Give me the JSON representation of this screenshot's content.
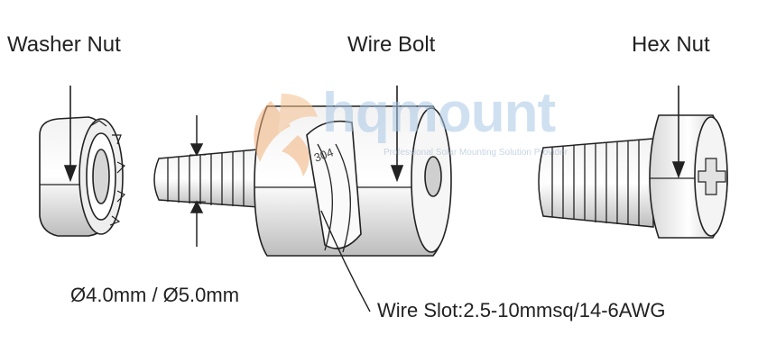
{
  "labels": {
    "washer_nut": "Washer Nut",
    "wire_bolt": "Wire Bolt",
    "hex_nut": "Hex Nut",
    "diameter": "Ø4.0mm / Ø5.0mm",
    "wire_slot": "Wire Slot:2.5-10mmsq/14-6AWG"
  },
  "watermark": {
    "brand": "hqmount",
    "tagline": "Professional Solar Mounting Solution Provider"
  },
  "colors": {
    "line": "#222222",
    "shade": "#cccccc",
    "watermark_blue": "#a9c7e6",
    "watermark_orange": "#f2b27a"
  }
}
